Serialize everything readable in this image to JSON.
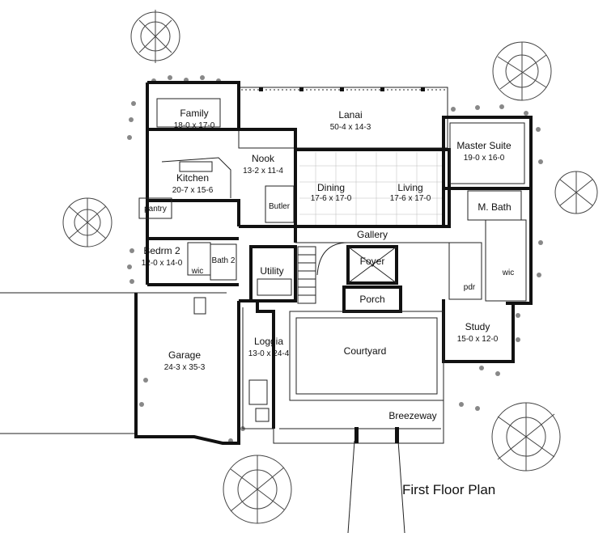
{
  "plan": {
    "title": "First Floor Plan",
    "rooms": [
      {
        "id": "family",
        "name": "Family",
        "dims": "18-0 x 17-0"
      },
      {
        "id": "lanai",
        "name": "Lanai",
        "dims": "50-4 x 14-3"
      },
      {
        "id": "master",
        "name": "Master Suite",
        "dims": "19-0 x 16-0"
      },
      {
        "id": "nook",
        "name": "Nook",
        "dims": "13-2 x 11-4"
      },
      {
        "id": "kitchen",
        "name": "Kitchen",
        "dims": "20-7 x 15-6"
      },
      {
        "id": "dining",
        "name": "Dining",
        "dims": "17-6 x 17-0"
      },
      {
        "id": "living",
        "name": "Living",
        "dims": "17-6 x 17-0"
      },
      {
        "id": "bedrm2",
        "name": "Bedrm 2",
        "dims": "12-0 x 14-0"
      },
      {
        "id": "loggia",
        "name": "Loggia",
        "dims": "13-0 x 24-4"
      },
      {
        "id": "garage",
        "name": "Garage",
        "dims": "24-3 x 35-3"
      },
      {
        "id": "study",
        "name": "Study",
        "dims": "15-0 x 12-0"
      }
    ],
    "labels": {
      "pantry": "pantry",
      "butler": "Butler",
      "gallery": "Gallery",
      "mbath": "M. Bath",
      "bath2": "Bath 2",
      "wic_left": "wic",
      "wic_right": "wic",
      "utility": "Utility",
      "foyer": "Foyer",
      "porch": "Porch",
      "pdr": "pdr",
      "courtyard": "Courtyard",
      "breezeway": "Breezeway"
    }
  }
}
